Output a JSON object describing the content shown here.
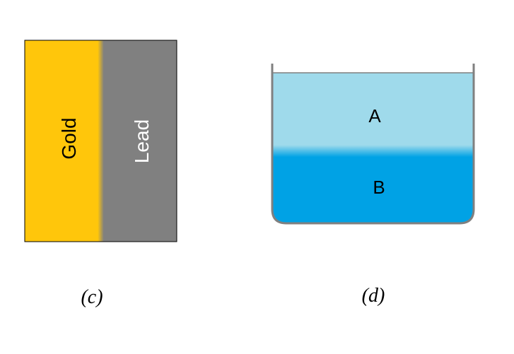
{
  "panel_c": {
    "left_label": "Gold",
    "right_label": "Lead",
    "caption": "(c)",
    "colors": {
      "gold": "#FFC60B",
      "lead": "#808080",
      "border": "#000000",
      "left_text": "#000000",
      "right_text": "#ffffff"
    }
  },
  "panel_d": {
    "upper_label": "A",
    "lower_label": "B",
    "caption": "(d)",
    "colors": {
      "liquid_a": "#9FDAEB",
      "liquid_b": "#00A2E5",
      "container": "#808080",
      "text": "#000000"
    }
  }
}
